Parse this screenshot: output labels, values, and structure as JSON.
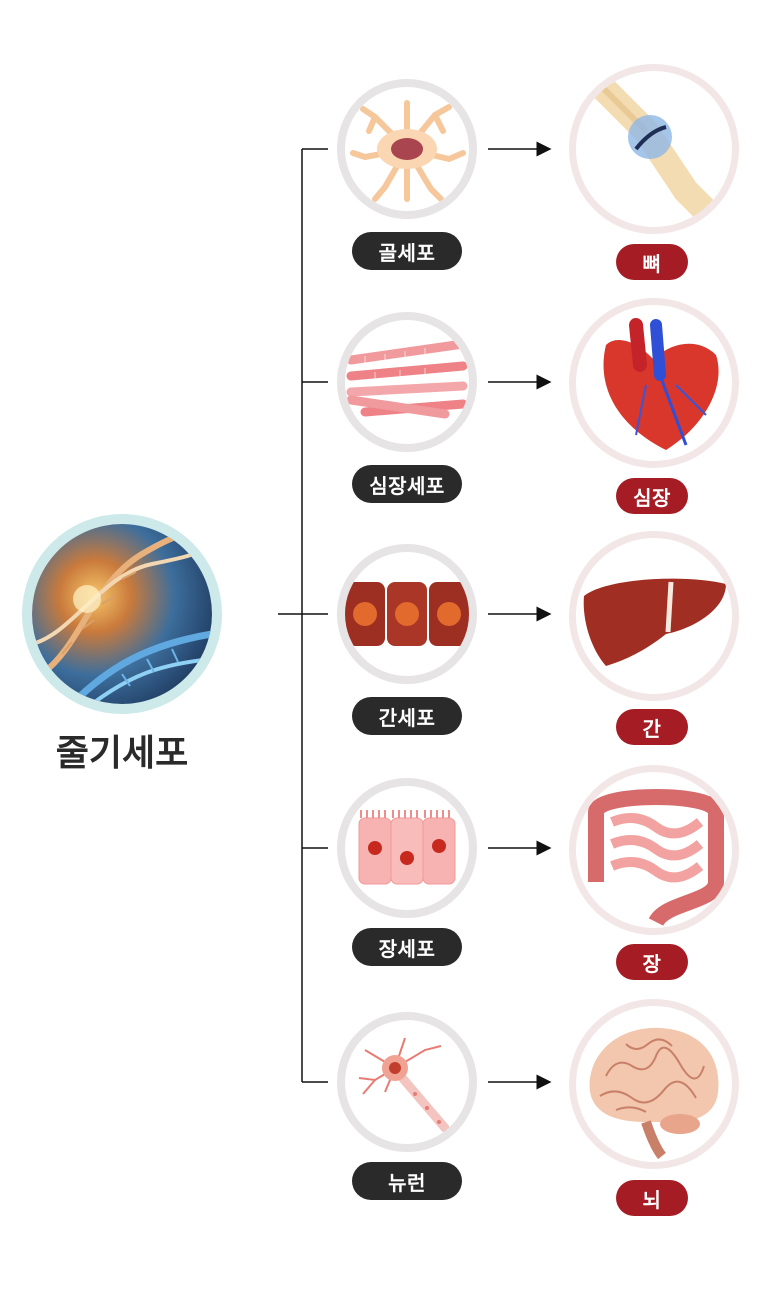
{
  "stem": {
    "title": "줄기세포"
  },
  "rows": [
    {
      "cell": "골세포",
      "organ": "뼈"
    },
    {
      "cell": "심장세포",
      "organ": "심장"
    },
    {
      "cell": "간세포",
      "organ": "간"
    },
    {
      "cell": "장세포",
      "organ": "장"
    },
    {
      "cell": "뉴런",
      "organ": "뇌"
    }
  ],
  "colors": {
    "cell_pill": "#2a2a2a",
    "organ_pill": "#a51c24",
    "stem_ring": "#cde9ea",
    "cell_ring": "#e6e4e5",
    "organ_ring": "#f2e6e7"
  }
}
